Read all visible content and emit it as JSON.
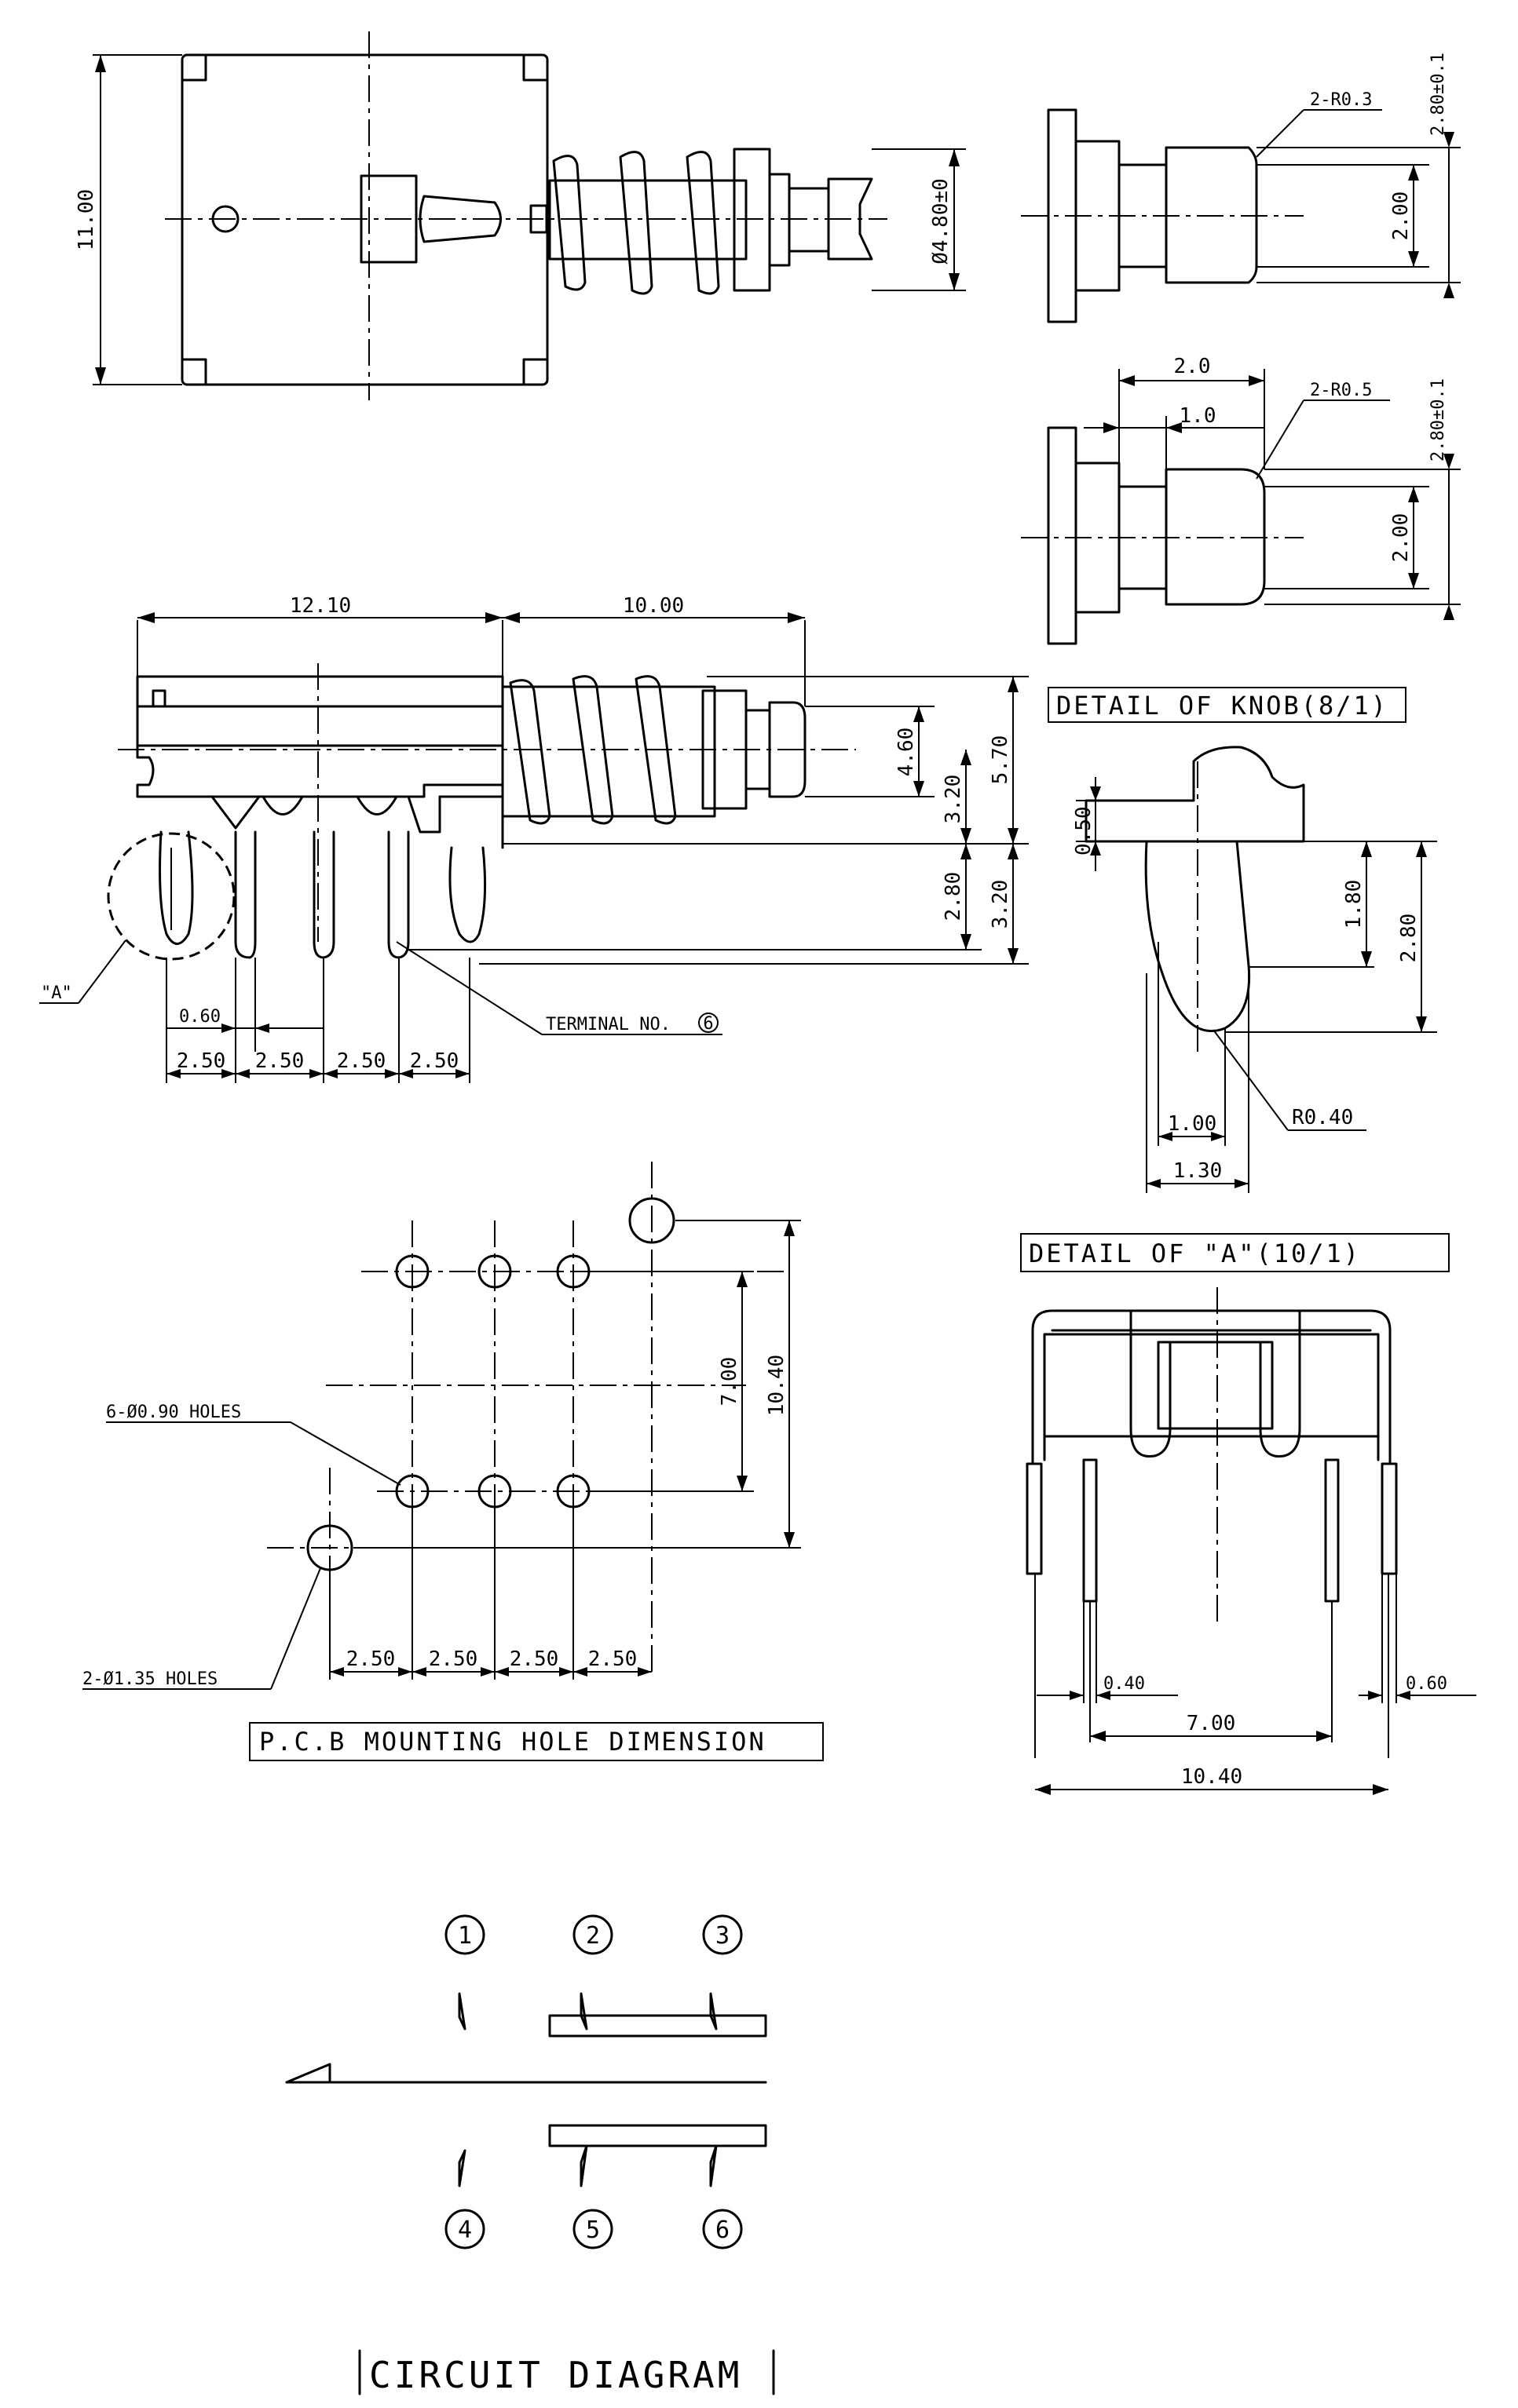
{
  "front_view": {
    "height_dim": "11.00",
    "diameter_dim": "Ø4.80±0"
  },
  "knob_detail_top": {
    "radius_label": "2-R0.3",
    "height_total": "2.80±0.1",
    "height_inner": "2.00"
  },
  "knob_detail_bottom": {
    "width_outer": "2.0",
    "width_inner": "1.0",
    "radius_label": "2-R0.5",
    "height_total": "2.80±0.1",
    "height_inner": "2.00"
  },
  "knob_title": "DETAIL OF KNOB(8/1)",
  "side_view": {
    "width_body": "12.10",
    "width_plunger": "10.00",
    "h_plunger": "4.60",
    "h_total": "5.70",
    "h_lower": "3.20",
    "h_pin": "2.80",
    "h_pin_total": "3.20",
    "detail_ref": "\"A\"",
    "pin_width": "0.60",
    "pitch": [
      "2.50",
      "2.50",
      "2.50",
      "2.50"
    ],
    "terminal_label": "TERMINAL NO.",
    "terminal_no": "6"
  },
  "detail_a": {
    "dim_top": "0.50",
    "dim_h1": "1.80",
    "dim_h2": "2.80",
    "dim_w1": "1.00",
    "dim_w2": "1.30",
    "radius": "R0.40",
    "title": "DETAIL OF \"A\"(10/1)"
  },
  "pcb": {
    "holes_label": "6-Ø0.90 HOLES",
    "mount_label": "2-Ø1.35 HOLES",
    "dim_7": "7.00",
    "dim_104": "10.40",
    "pitch": [
      "2.50",
      "2.50",
      "2.50",
      "2.50"
    ],
    "title": "P.C.B MOUNTING HOLE DIMENSION"
  },
  "bracket_view": {
    "dim_040": "0.40",
    "dim_060": "0.60",
    "dim_700": "7.00",
    "dim_1040": "10.40"
  },
  "circuit": {
    "terminals_top": [
      "1",
      "2",
      "3"
    ],
    "terminals_bottom": [
      "4",
      "5",
      "6"
    ],
    "title": "CIRCUIT DIAGRAM"
  }
}
